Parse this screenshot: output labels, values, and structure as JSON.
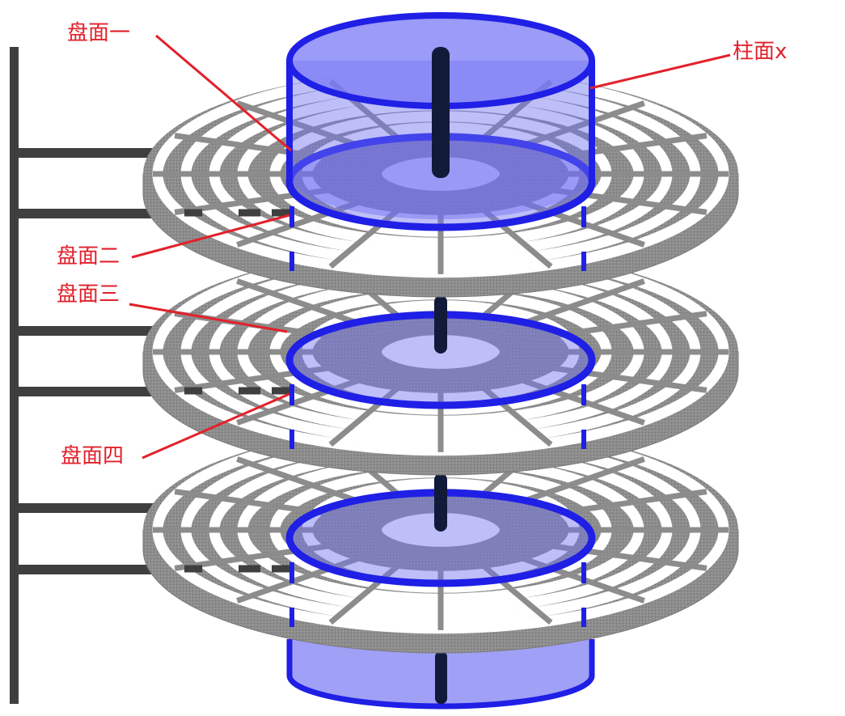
{
  "labels": {
    "platter1": "盘面一",
    "platter2": "盘面二",
    "platter3": "盘面三",
    "platter4": "盘面四",
    "cylinder": "柱面x"
  },
  "colors": {
    "platter_gray": "#8c8c8c",
    "platter_edge": "#7a7a7a",
    "track_white": "#ffffff",
    "cylinder_blue": "#1f1fe6",
    "cylinder_fill": "#6e6ef2",
    "spindle": "#121a3a",
    "arm": "#3f3f3f",
    "label_red": "#e2212b"
  }
}
